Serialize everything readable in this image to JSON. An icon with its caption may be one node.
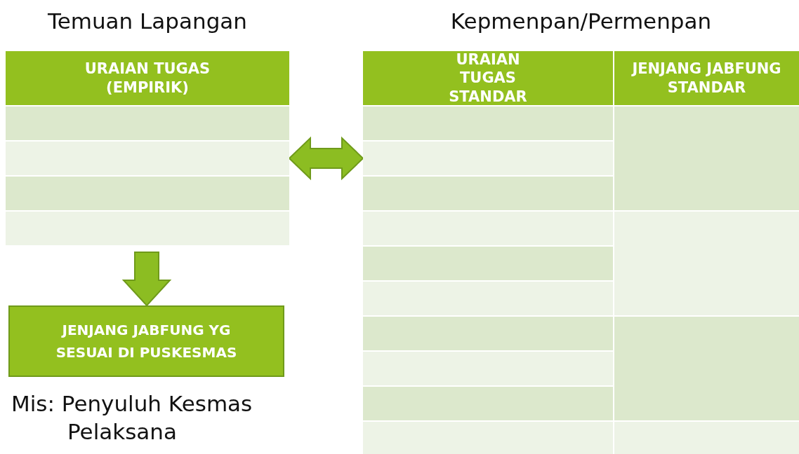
{
  "diagram": {
    "nodes": [
      {
        "text": [
          "Temuan Lapangan",
          "URAIAN TUGAS (EMPIRIK)"
        ]
      },
      {
        "text": [
          "Kepmenpan/Permenpan",
          "URAIAN TUGAS STANDAR",
          "JENJANG JABFUNG STANDAR"
        ]
      },
      {
        "text": [
          "JENJANG JABFUNG YG SESUAI DI PUSKESMAS"
        ],
        "beside": [
          "Mis: Penyuluh Kesmas Pelaksana"
        ]
      }
    ],
    "edges": [
      {
        "from": 0,
        "to": 1,
        "arrow": "both"
      },
      {
        "from": 0,
        "to": 2,
        "arrow": "to"
      }
    ]
  }
}
